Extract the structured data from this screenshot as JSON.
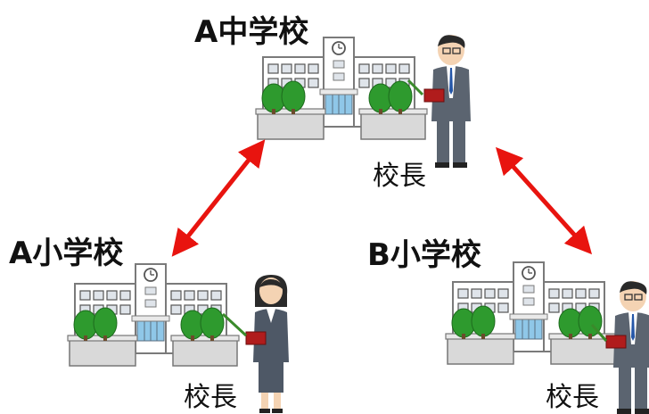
{
  "schools": [
    {
      "id": "a-middle",
      "name": "A中学校",
      "principal_label": "校長"
    },
    {
      "id": "a-elementary",
      "name": "A小学校",
      "principal_label": "校長"
    },
    {
      "id": "b-elementary",
      "name": "B小学校",
      "principal_label": "校長"
    }
  ],
  "colors": {
    "arrow": "#e8140f",
    "building_wall": "#ffffff",
    "building_outline": "#777777",
    "window": "#dfe4ea",
    "tree": "#2e9a2e",
    "fence": "#d6d6d6"
  }
}
